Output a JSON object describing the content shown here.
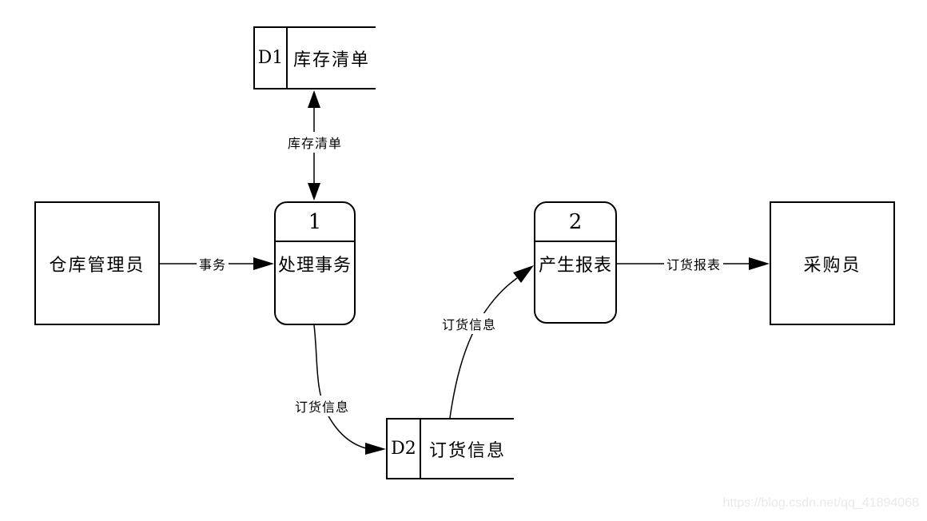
{
  "diagram": {
    "type": "data-flow-diagram",
    "entities": [
      {
        "name": "仓库管理员"
      },
      {
        "name": "采购员"
      }
    ],
    "processes": [
      {
        "number": "1",
        "name": "处理事务"
      },
      {
        "number": "2",
        "name": "产生报表"
      }
    ],
    "datastores": [
      {
        "id": "D1",
        "name": "库存清单"
      },
      {
        "id": "D2",
        "name": "订货信息"
      }
    ],
    "flows": [
      {
        "label": "事务",
        "from": "仓库管理员",
        "to": "处理事务",
        "style": "straight-arrow"
      },
      {
        "label": "库存清单",
        "from": "处理事务",
        "to": "D1 库存清单",
        "style": "double-headed-arrow"
      },
      {
        "label": "订货信息",
        "from": "处理事务",
        "to": "D2 订货信息",
        "style": "curved-arrow"
      },
      {
        "label": "订货信息",
        "from": "D2 订货信息",
        "to": "产生报表",
        "style": "curved-arrow"
      },
      {
        "label": "订货报表",
        "from": "产生报表",
        "to": "采购员",
        "style": "straight-arrow"
      }
    ],
    "colors": {
      "stroke": "#000000",
      "background": "#ffffff",
      "watermark_text": "#e9e9e9"
    }
  },
  "watermark": {
    "text": "https://blog.csdn.net/qq_41894068"
  }
}
